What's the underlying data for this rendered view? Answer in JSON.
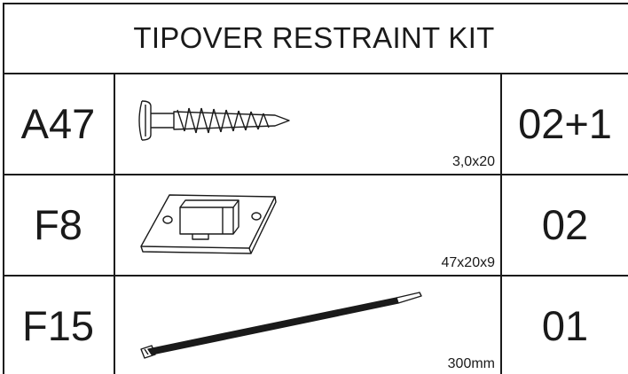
{
  "title": "TIPOVER RESTRAINT KIT",
  "parts": [
    {
      "code": "A47",
      "size": "3,0x20",
      "quantity": "02+1",
      "icon": "screw-icon"
    },
    {
      "code": "F8",
      "size": "47x20x9",
      "quantity": "02",
      "icon": "bracket-icon"
    },
    {
      "code": "F15",
      "size": "300mm",
      "quantity": "01",
      "icon": "cable-tie-icon"
    }
  ],
  "colors": {
    "ink": "#1a1a1a",
    "paper": "#ffffff"
  }
}
